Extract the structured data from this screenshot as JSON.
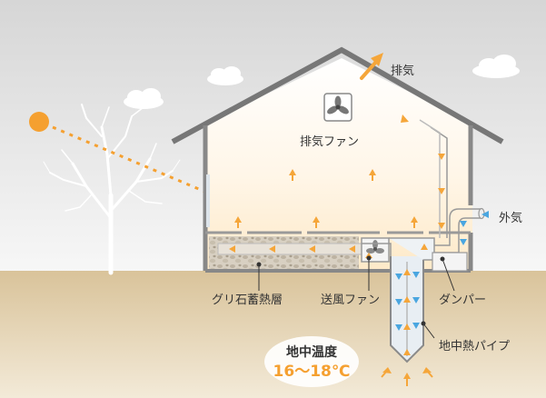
{
  "labels": {
    "exhaust": "排気",
    "exhaust_fan": "排気ファン",
    "outside_air": "外気",
    "gravel_layer": "グリ石蓄熱層",
    "supply_fan": "送風ファン",
    "damper": "ダンパー",
    "ground_pipe": "地中熱パイプ"
  },
  "ground_temp": {
    "title": "地中温度",
    "value": "16〜18℃"
  },
  "colors": {
    "warm_arrow": "#f5a63a",
    "cool_arrow": "#4aa6e0",
    "sun": "#f5a030",
    "house_line": "#777777",
    "ground": "#dcc8a0"
  },
  "icons": {
    "sun": "sun-icon",
    "tree": "bare-tree-icon",
    "fan": "fan-icon",
    "cloud": "cloud-icon"
  }
}
